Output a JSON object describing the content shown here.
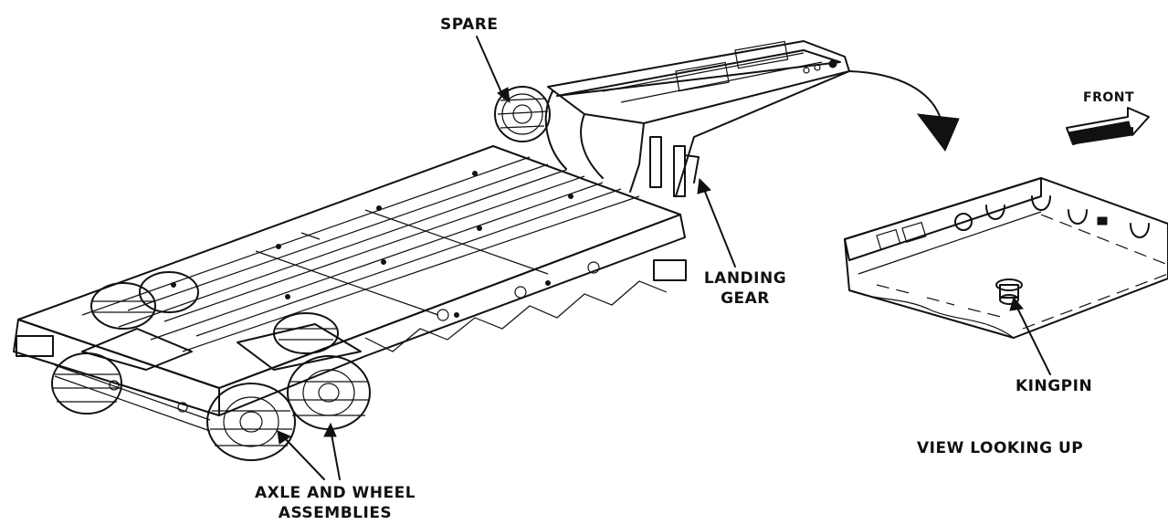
{
  "labels": {
    "spare": "SPARE",
    "landing_gear_line1": "LANDING",
    "landing_gear_line2": "GEAR",
    "axle_line1": "AXLE AND WHEEL",
    "axle_line2": "ASSEMBLIES",
    "front": "FRONT",
    "kingpin": "KINGPIN",
    "view": "VIEW LOOKING UP"
  }
}
